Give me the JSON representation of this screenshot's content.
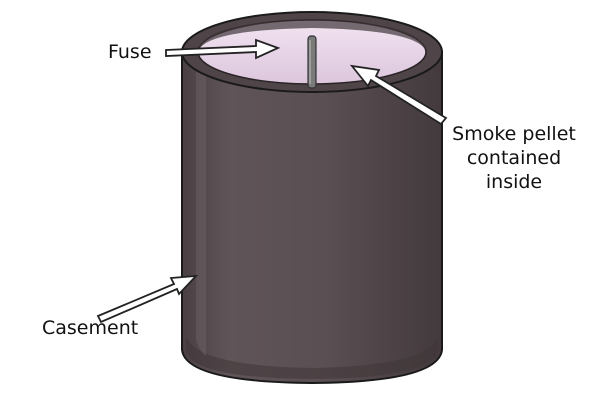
{
  "labels": {
    "fuse": "Fuse",
    "smoke_pellet": [
      "Smoke pellet",
      "contained",
      "inside"
    ],
    "casement": "Casement"
  },
  "colors": {
    "casing_body": "#5a4f53",
    "casing_dark": "#3f3639",
    "casing_highlight": "#6c6165",
    "pellet_interior": "#ead8ea",
    "fuse": "#7a7a7a",
    "arrow_fill": "#ffffff",
    "arrow_stroke": "#222222",
    "outline": "#1a1a1a"
  }
}
